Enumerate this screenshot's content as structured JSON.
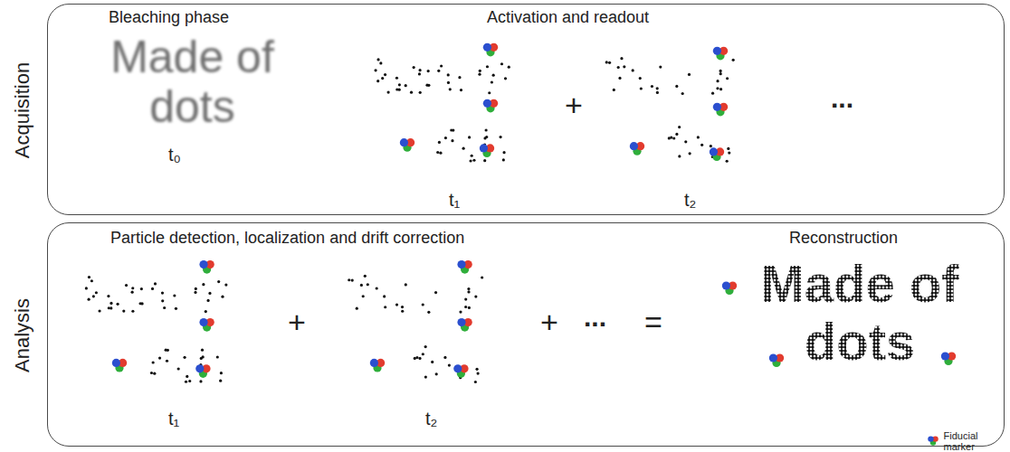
{
  "diagram": {
    "nodes": [
      {
        "text": [
          "Acquisition"
        ]
      },
      {
        "text": [
          "Analysis"
        ]
      }
    ],
    "labels": [
      "Bleaching phase",
      "Activation and readout",
      "Made of dots",
      "+",
      "...",
      "t₀",
      "t₁",
      "t₂",
      "Particle detection, localization and drift correction",
      "Reconstruction",
      "+",
      "+",
      "...",
      "=",
      "Made of dots",
      "t₁",
      "t₂"
    ],
    "legend": [
      {
        "text": "Fiducial marker"
      }
    ]
  }
}
